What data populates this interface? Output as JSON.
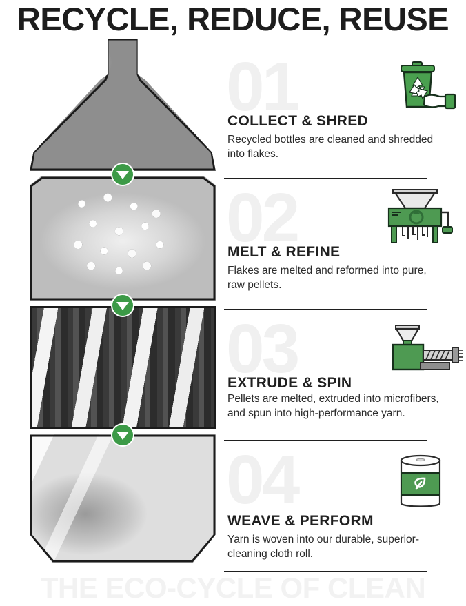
{
  "poster": {
    "title": "RECYCLE, REDUCE, REUSE",
    "footer_watermark": "THE ECO-CYCLE OF CLEAN",
    "accent_green": "#3c9a47",
    "number_watermark_color": "#f0f0f0",
    "text_color": "#202020"
  },
  "steps": [
    {
      "number": "01",
      "heading": "COLLECT & SHRED",
      "body": "Recycled bottles are cleaned and shredded into flakes.",
      "icon": "recycle-bin-hand-icon",
      "photo_caption": "crushed-plastic-bottles-photo"
    },
    {
      "number": "02",
      "heading": "MELT & REFINE",
      "body": "Flakes are melted and reformed into pure, raw pellets.",
      "icon": "shredder-machine-icon",
      "photo_caption": "hands-holding-plastic-pellets-photo"
    },
    {
      "number": "03",
      "heading": "EXTRUDE & SPIN",
      "body": "Pellets are melted, extruded into microfibers, and spun into high-performance yarn.",
      "icon": "extruder-machine-icon",
      "photo_caption": "yarn-spinning-machines-photo"
    },
    {
      "number": "04",
      "heading": "WEAVE & PERFORM",
      "body": "Yarn is woven into our durable, superior-cleaning cloth roll.",
      "icon": "cloth-roll-leaf-icon",
      "photo_caption": "weaving-sewing-machine-photo"
    }
  ],
  "connectors": [
    {
      "name": "arrow-down-1",
      "glyph": "down-arrow"
    },
    {
      "name": "arrow-down-2",
      "glyph": "down-arrow"
    },
    {
      "name": "arrow-down-3",
      "glyph": "down-arrow"
    }
  ]
}
